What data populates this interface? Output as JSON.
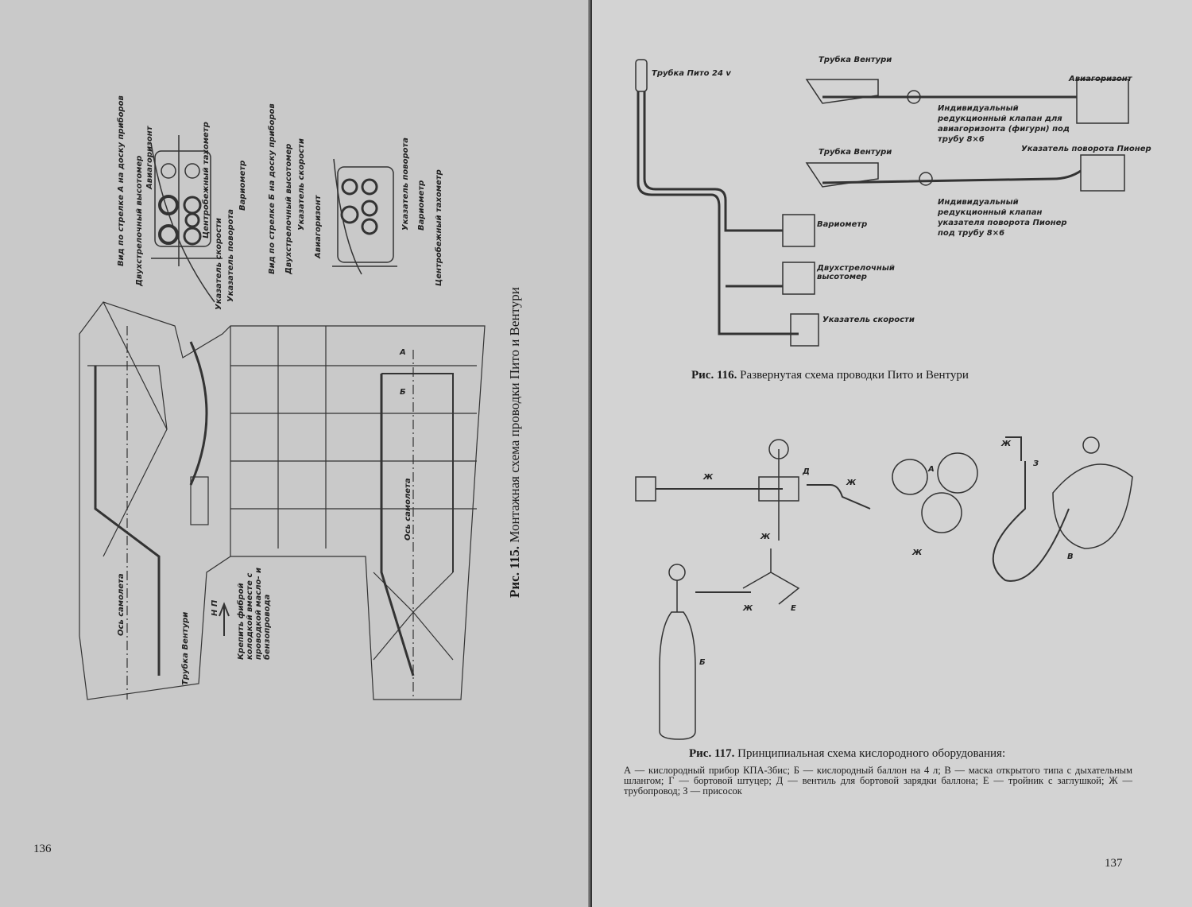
{
  "left_page": {
    "page_number": "136",
    "figure_caption": {
      "number": "Рис. 115.",
      "title": "Монтажная схема проводки Пито и Вентури"
    },
    "labels": {
      "view_a": "Вид по стрелке А на доску приборов",
      "view_b": "Вид по стрелке Б на доску приборов",
      "a_horizon": "Авиагоризонт",
      "a_altimeter": "Двухстрелочный высотомер",
      "a_tacho": "Центробежный тахометр",
      "a_vario": "Вариометр",
      "a_speed": "Указатель скорости",
      "a_turn": "Указатель поворота",
      "b_speed": "Указатель скорости",
      "b_altimeter": "Двухстрелочный высотомер",
      "b_horizon": "Авиагоризонт",
      "b_turn": "Указатель поворота",
      "b_vario": "Вариометр",
      "b_tacho": "Центробежный тахометр",
      "axis1": "Ось самолета",
      "axis2": "Ось самолета",
      "venturi": "Трубка Вентури",
      "np": "Н П",
      "fix_note": "Крепить фиброй колодкой вместе с проводкой масло- и бензопровода",
      "arrow_a": "А",
      "arrow_b": "Б"
    }
  },
  "right_page": {
    "page_number": "137",
    "fig116": {
      "caption_number": "Рис. 116.",
      "caption_title": "Развернутая схема проводки Пито и Вентури",
      "labels": {
        "pitot": "Трубка Пито 24 v",
        "venturi1": "Трубка Вентури",
        "horizon": "Авиагоризонт",
        "valve1": "Индивидуальный редукционный клапан для авиагоризонта (фигурн) под трубу 8×6",
        "venturi2": "Трубка Вентури",
        "turn": "Указатель поворота Пионер",
        "valve2": "Индивидуальный редукционный клапан указателя поворота Пионер под трубу 8×6",
        "vario": "Вариометр",
        "altimeter": "Двухстрелочный высотомер",
        "speed": "Указатель скорости"
      }
    },
    "fig117": {
      "caption_number": "Рис. 117.",
      "caption_title": "Принципиальная схема кислородного оборудования:",
      "legend": "А — кислородный прибор КПА-3бис; Б — кислородный баллон на 4 л; В — маска открытого типа с дыхательным шлангом; Г — бортовой штуцер; Д — вентиль для бортовой зарядки баллона; Е — тройник с заглушкой; Ж — трубопровод; З — присосок",
      "letters": {
        "zh1": "Ж",
        "d": "Д",
        "zh2": "Ж",
        "zh3": "Ж",
        "a": "А",
        "zh4": "Ж",
        "z": "З",
        "zh5": "Ж",
        "e": "Е",
        "b": "Б",
        "v": "В",
        "zh6": "Ж"
      }
    }
  }
}
